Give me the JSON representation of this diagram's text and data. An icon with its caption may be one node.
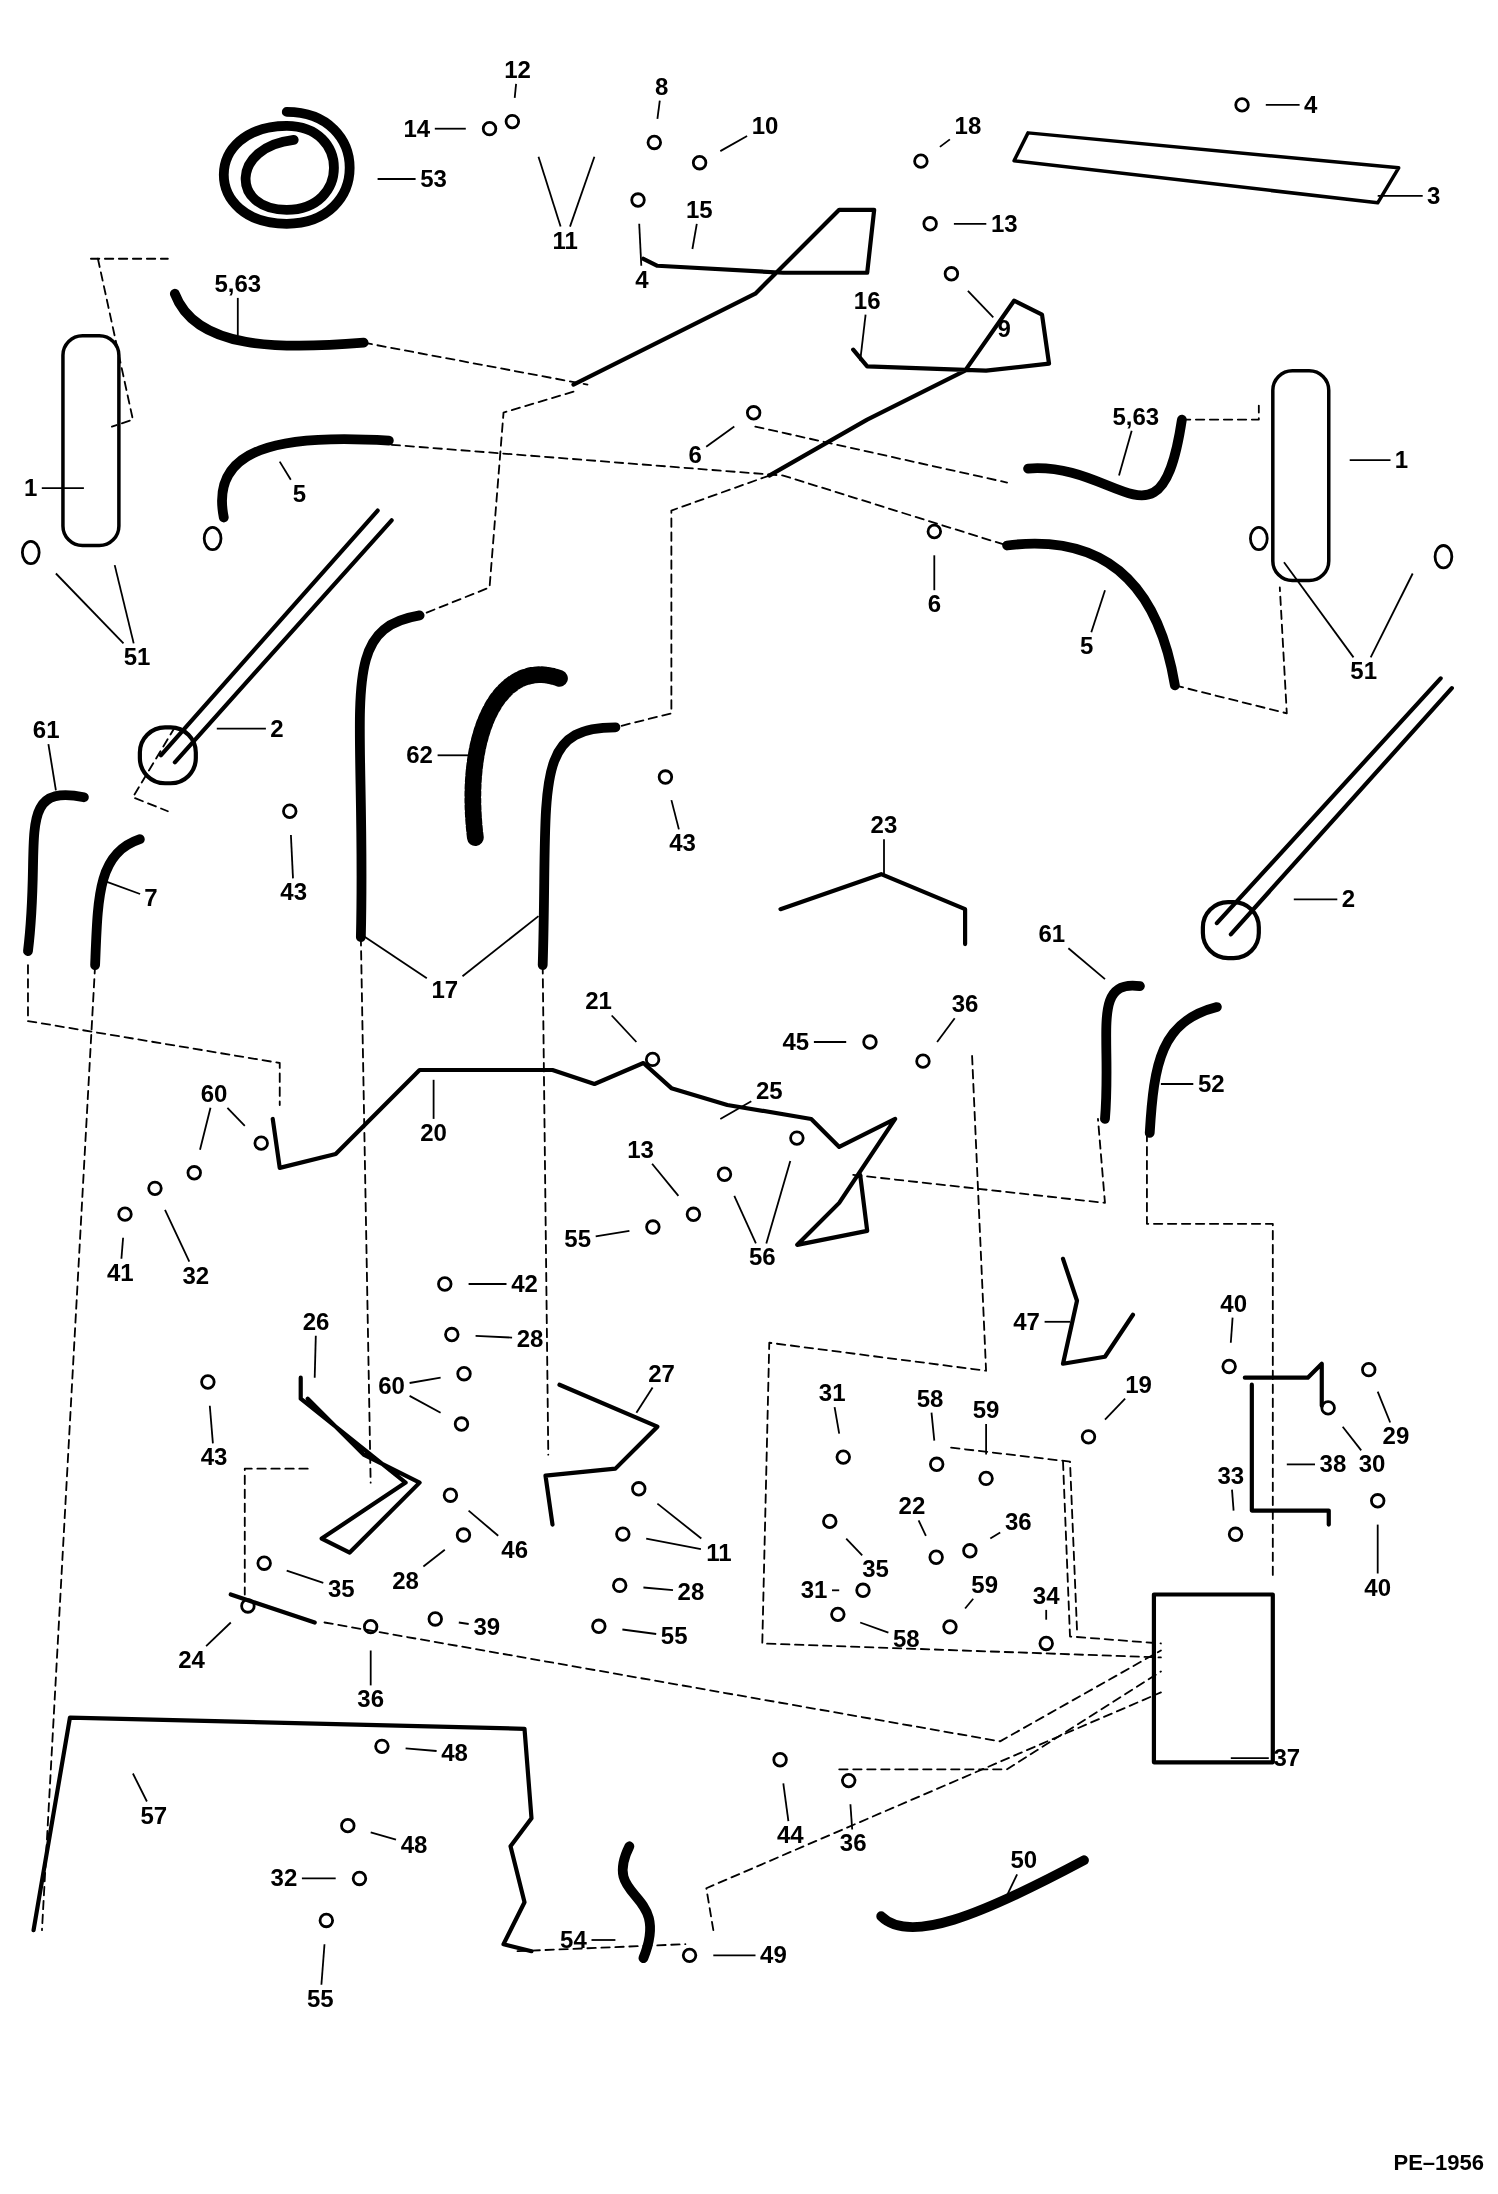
{
  "diagram": {
    "nodes": [
      {
        "text": [
          "12"
        ]
      },
      {
        "text": [
          "14"
        ]
      },
      {
        "text": [
          "8"
        ]
      },
      {
        "text": [
          "10"
        ]
      },
      {
        "text": [
          "53"
        ]
      },
      {
        "text": [
          "11"
        ]
      },
      {
        "text": [
          "4"
        ]
      },
      {
        "text": [
          "15"
        ]
      },
      {
        "text": [
          "18"
        ]
      },
      {
        "text": [
          "13"
        ]
      },
      {
        "text": [
          "9"
        ]
      },
      {
        "text": [
          "4"
        ]
      },
      {
        "text": [
          "3"
        ]
      },
      {
        "text": [
          "5,63"
        ]
      },
      {
        "text": [
          "16"
        ]
      },
      {
        "text": [
          "6"
        ]
      },
      {
        "text": [
          "1"
        ]
      },
      {
        "text": [
          "5"
        ]
      },
      {
        "text": [
          "5,63"
        ]
      },
      {
        "text": [
          "1"
        ]
      },
      {
        "text": [
          "6"
        ]
      },
      {
        "text": [
          "5"
        ]
      },
      {
        "text": [
          "51"
        ]
      },
      {
        "text": [
          "51"
        ]
      },
      {
        "text": [
          "2"
        ]
      },
      {
        "text": [
          "61"
        ]
      },
      {
        "text": [
          "62"
        ]
      },
      {
        "text": [
          "43"
        ]
      },
      {
        "text": [
          "43"
        ]
      },
      {
        "text": [
          "7"
        ]
      },
      {
        "text": [
          "2"
        ]
      },
      {
        "text": [
          "23"
        ]
      },
      {
        "text": [
          "17"
        ]
      },
      {
        "text": [
          "61"
        ]
      },
      {
        "text": [
          "21"
        ]
      },
      {
        "text": [
          "36"
        ]
      },
      {
        "text": [
          "45"
        ]
      },
      {
        "text": [
          "20"
        ]
      },
      {
        "text": [
          "25"
        ]
      },
      {
        "text": [
          "52"
        ]
      },
      {
        "text": [
          "60"
        ]
      },
      {
        "text": [
          "13"
        ]
      },
      {
        "text": [
          "56"
        ]
      },
      {
        "text": [
          "55"
        ]
      },
      {
        "text": [
          "41"
        ]
      },
      {
        "text": [
          "32"
        ]
      },
      {
        "text": [
          "42"
        ]
      },
      {
        "text": [
          "28"
        ]
      },
      {
        "text": [
          "26"
        ]
      },
      {
        "text": [
          "60"
        ]
      },
      {
        "text": [
          "27"
        ]
      },
      {
        "text": [
          "43"
        ]
      },
      {
        "text": [
          "40"
        ]
      },
      {
        "text": [
          "47"
        ]
      },
      {
        "text": [
          "19"
        ]
      },
      {
        "text": [
          "29"
        ]
      },
      {
        "text": [
          "31"
        ]
      },
      {
        "text": [
          "58"
        ]
      },
      {
        "text": [
          "59"
        ]
      },
      {
        "text": [
          "30"
        ]
      },
      {
        "text": [
          "38"
        ]
      },
      {
        "text": [
          "33"
        ]
      },
      {
        "text": [
          "22"
        ]
      },
      {
        "text": [
          "36"
        ]
      },
      {
        "text": [
          "11"
        ]
      },
      {
        "text": [
          "46"
        ]
      },
      {
        "text": [
          "28"
        ]
      },
      {
        "text": [
          "35"
        ]
      },
      {
        "text": [
          "40"
        ]
      },
      {
        "text": [
          "35"
        ]
      },
      {
        "text": [
          "28"
        ]
      },
      {
        "text": [
          "34"
        ]
      },
      {
        "text": [
          "59"
        ]
      },
      {
        "text": [
          "24"
        ]
      },
      {
        "text": [
          "39"
        ]
      },
      {
        "text": [
          "55"
        ]
      },
      {
        "text": [
          "58"
        ]
      },
      {
        "text": [
          "31"
        ]
      },
      {
        "text": [
          "36"
        ]
      },
      {
        "text": [
          "37"
        ]
      },
      {
        "text": [
          "48"
        ]
      },
      {
        "text": [
          "57"
        ]
      },
      {
        "text": [
          "44"
        ]
      },
      {
        "text": [
          "36"
        ]
      },
      {
        "text": [
          "48"
        ]
      },
      {
        "text": [
          "32"
        ]
      },
      {
        "text": [
          "50"
        ]
      },
      {
        "text": [
          "55"
        ]
      },
      {
        "text": [
          "54"
        ]
      },
      {
        "text": [
          "49"
        ]
      }
    ],
    "edges": [
      {
        "from": 0,
        "to": null,
        "arrow": "none"
      },
      {
        "from": 1,
        "to": null,
        "arrow": "none"
      },
      {
        "from": 2,
        "to": null,
        "arrow": "none"
      },
      {
        "from": 3,
        "to": null,
        "arrow": "none"
      },
      {
        "from": 4,
        "to": null,
        "arrow": "none"
      },
      {
        "from": 5,
        "to": null,
        "arrow": "none"
      },
      {
        "from": 5,
        "to": null,
        "arrow": "none"
      },
      {
        "from": 6,
        "to": null,
        "arrow": "none"
      },
      {
        "from": 7,
        "to": null,
        "arrow": "none"
      },
      {
        "from": 8,
        "to": null,
        "arrow": "none"
      },
      {
        "from": 9,
        "to": null,
        "arrow": "none"
      },
      {
        "from": 10,
        "to": null,
        "arrow": "none"
      },
      {
        "from": 11,
        "to": null,
        "arrow": "none"
      },
      {
        "from": 12,
        "to": null,
        "arrow": "none"
      },
      {
        "from": 13,
        "to": null,
        "arrow": "none"
      },
      {
        "from": 14,
        "to": null,
        "arrow": "none"
      },
      {
        "from": 15,
        "to": null,
        "arrow": "none"
      },
      {
        "from": 16,
        "to": null,
        "arrow": "none"
      },
      {
        "from": 17,
        "to": null,
        "arrow": "none"
      },
      {
        "from": 18,
        "to": null,
        "arrow": "none"
      },
      {
        "from": 19,
        "to": null,
        "arrow": "none"
      },
      {
        "from": 20,
        "to": null,
        "arrow": "none"
      },
      {
        "from": 21,
        "to": null,
        "arrow": "none"
      },
      {
        "from": 22,
        "to": null,
        "arrow": "none"
      },
      {
        "from": 22,
        "to": null,
        "arrow": "none"
      },
      {
        "from": 23,
        "to": null,
        "arrow": "none"
      },
      {
        "from": 23,
        "to": null,
        "arrow": "none"
      },
      {
        "from": 24,
        "to": null,
        "arrow": "none"
      },
      {
        "from": 25,
        "to": null,
        "arrow": "none"
      },
      {
        "from": 26,
        "to": null,
        "arrow": "none"
      },
      {
        "from": 27,
        "to": null,
        "arrow": "none"
      },
      {
        "from": 28,
        "to": null,
        "arrow": "none"
      },
      {
        "from": 29,
        "to": null,
        "arrow": "none"
      },
      {
        "from": 30,
        "to": null,
        "arrow": "none"
      },
      {
        "from": 31,
        "to": null,
        "arrow": "none"
      },
      {
        "from": 32,
        "to": null,
        "arrow": "none"
      },
      {
        "from": 32,
        "to": null,
        "arrow": "none"
      },
      {
        "from": 33,
        "to": null,
        "arrow": "none"
      },
      {
        "from": 34,
        "to": null,
        "arrow": "none"
      },
      {
        "from": 35,
        "to": null,
        "arrow": "none"
      },
      {
        "from": 36,
        "to": null,
        "arrow": "none"
      },
      {
        "from": 37,
        "to": null,
        "arrow": "none"
      },
      {
        "from": 38,
        "to": null,
        "arrow": "none"
      },
      {
        "from": 39,
        "to": null,
        "arrow": "none"
      },
      {
        "from": 40,
        "to": null,
        "arrow": "none"
      },
      {
        "from": 40,
        "to": null,
        "arrow": "none"
      },
      {
        "from": 41,
        "to": null,
        "arrow": "none"
      },
      {
        "from": 42,
        "to": null,
        "arrow": "none"
      },
      {
        "from": 42,
        "to": null,
        "arrow": "none"
      },
      {
        "from": 43,
        "to": null,
        "arrow": "none"
      },
      {
        "from": 44,
        "to": null,
        "arrow": "none"
      },
      {
        "from": 45,
        "to": null,
        "arrow": "none"
      },
      {
        "from": 46,
        "to": null,
        "arrow": "none"
      },
      {
        "from": 47,
        "to": null,
        "arrow": "none"
      },
      {
        "from": 48,
        "to": null,
        "arrow": "none"
      },
      {
        "from": 49,
        "to": null,
        "arrow": "none"
      },
      {
        "from": 49,
        "to": null,
        "arrow": "none"
      },
      {
        "from": 50,
        "to": null,
        "arrow": "none"
      },
      {
        "from": 51,
        "to": null,
        "arrow": "none"
      },
      {
        "from": 52,
        "to": null,
        "arrow": "none"
      },
      {
        "from": 53,
        "to": null,
        "arrow": "none"
      },
      {
        "from": 54,
        "to": null,
        "arrow": "none"
      },
      {
        "from": 55,
        "to": null,
        "arrow": "none"
      },
      {
        "from": 56,
        "to": null,
        "arrow": "none"
      },
      {
        "from": 57,
        "to": null,
        "arrow": "none"
      },
      {
        "from": 58,
        "to": null,
        "arrow": "none"
      },
      {
        "from": 59,
        "to": null,
        "arrow": "none"
      },
      {
        "from": 60,
        "to": null,
        "arrow": "none"
      },
      {
        "from": 61,
        "to": null,
        "arrow": "none"
      },
      {
        "from": 62,
        "to": null,
        "arrow": "none"
      },
      {
        "from": 63,
        "to": null,
        "arrow": "none"
      },
      {
        "from": 64,
        "to": null,
        "arrow": "none"
      },
      {
        "from": 64,
        "to": null,
        "arrow": "none"
      },
      {
        "from": 65,
        "to": null,
        "arrow": "none"
      },
      {
        "from": 66,
        "to": null,
        "arrow": "none"
      },
      {
        "from": 67,
        "to": null,
        "arrow": "none"
      },
      {
        "from": 68,
        "to": null,
        "arrow": "none"
      },
      {
        "from": 69,
        "to": null,
        "arrow": "none"
      },
      {
        "from": 70,
        "to": null,
        "arrow": "none"
      },
      {
        "from": 71,
        "to": null,
        "arrow": "none"
      },
      {
        "from": 72,
        "to": null,
        "arrow": "none"
      },
      {
        "from": 73,
        "to": null,
        "arrow": "none"
      },
      {
        "from": 74,
        "to": null,
        "arrow": "none"
      },
      {
        "from": 75,
        "to": null,
        "arrow": "none"
      },
      {
        "from": 76,
        "to": null,
        "arrow": "none"
      },
      {
        "from": 77,
        "to": null,
        "arrow": "none"
      },
      {
        "from": 78,
        "to": null,
        "arrow": "none"
      },
      {
        "from": 79,
        "to": null,
        "arrow": "none"
      },
      {
        "from": 80,
        "to": null,
        "arrow": "none"
      },
      {
        "from": 81,
        "to": null,
        "arrow": "none"
      },
      {
        "from": 82,
        "to": null,
        "arrow": "none"
      },
      {
        "from": 83,
        "to": null,
        "arrow": "none"
      },
      {
        "from": 84,
        "to": null,
        "arrow": "none"
      },
      {
        "from": 85,
        "to": null,
        "arrow": "none"
      },
      {
        "from": 86,
        "to": null,
        "arrow": "none"
      },
      {
        "from": 87,
        "to": null,
        "arrow": "none"
      },
      {
        "from": 88,
        "to": null,
        "arrow": "none"
      },
      {
        "from": 89,
        "to": null,
        "arrow": "none"
      }
    ],
    "labels": [
      "PE–1956"
    ]
  }
}
